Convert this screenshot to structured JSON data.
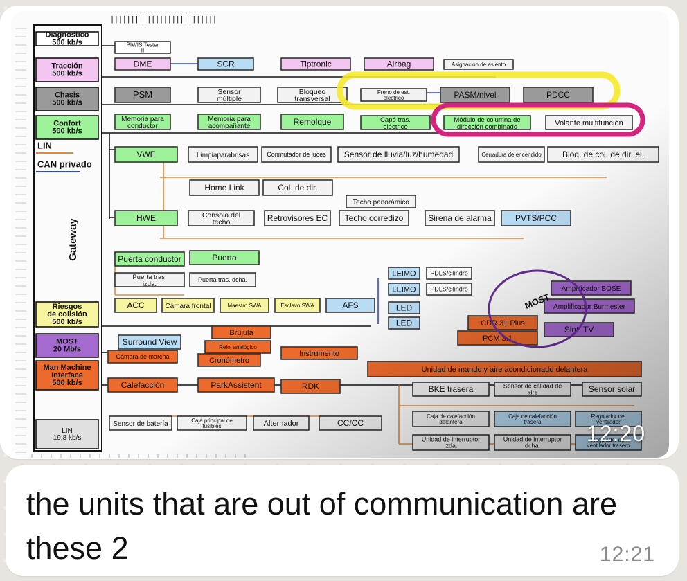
{
  "image_message": {
    "time": "12:20",
    "diagram": {
      "top_ruler": "| | | | | | | | | | | | | | | | | | | | | | | | | |",
      "buses": [
        {
          "name": "Diagnóstico",
          "rate": "500 kb/s",
          "color": "#ffffff"
        },
        {
          "name": "Tracción",
          "rate": "500 kb/s",
          "color": "#f2c6f0"
        },
        {
          "name": "Chasis",
          "rate": "500 kb/s",
          "color": "#9a9a9a"
        },
        {
          "name": "Confort",
          "rate": "500 kb/s",
          "color": "#9df29a"
        },
        {
          "name": "Riesgos de colisión",
          "rate": "500 kb/s",
          "color": "#f7f5a0"
        },
        {
          "name": "MOST",
          "rate": "20 Mb/s",
          "color": "#a56ad0"
        },
        {
          "name": "Man Machine Interface",
          "rate": "500 kb/s",
          "color": "#ec6a2c"
        },
        {
          "name": "LIN",
          "rate": "19,8 kb/s",
          "color": "#e0e0e0"
        }
      ],
      "legend": {
        "lin": "LIN",
        "can": "CAN privado",
        "lin_color": "#e08a3c",
        "can_color": "#2a4ad0"
      },
      "gateway": "Gateway",
      "most_label": "MOST",
      "units": [
        {
          "t": "PIWIS Tester II"
        },
        {
          "t": "DME"
        },
        {
          "t": "SCR"
        },
        {
          "t": "Tiptronic"
        },
        {
          "t": "Airbag"
        },
        {
          "t": "Asignación de asiento"
        },
        {
          "t": "PSM"
        },
        {
          "t": "Sensor múltiple"
        },
        {
          "t": "Bloqueo transversal"
        },
        {
          "t": "Freno de est. eléctrico"
        },
        {
          "t": "PASM/nivel"
        },
        {
          "t": "PDCC"
        },
        {
          "t": "Memoria para conductor"
        },
        {
          "t": "Memoria para acompañante"
        },
        {
          "t": "Remolque"
        },
        {
          "t": "Capó tras. eléctrico"
        },
        {
          "t": "Módulo de columna de dirección combinado"
        },
        {
          "t": "Volante multifunción"
        },
        {
          "t": "VWE"
        },
        {
          "t": "Limpiaparabrisas"
        },
        {
          "t": "Conmutador de luces"
        },
        {
          "t": "Sensor de lluvia/luz/humedad"
        },
        {
          "t": "Cerradura de encendido"
        },
        {
          "t": "Bloq. de col. de dir. el."
        },
        {
          "t": "Home Link"
        },
        {
          "t": "Col. de dir."
        },
        {
          "t": "Techo panorámico"
        },
        {
          "t": "HWE"
        },
        {
          "t": "Consola del techo"
        },
        {
          "t": "Retrovisores EC"
        },
        {
          "t": "Techo corredizo"
        },
        {
          "t": "Sirena de alarma"
        },
        {
          "t": "PVTS/PCC"
        },
        {
          "t": "Puerta conductor"
        },
        {
          "t": "Puerta"
        },
        {
          "t": "Puerta tras. izda."
        },
        {
          "t": "Puerta tras. dcha."
        },
        {
          "t": "ACC"
        },
        {
          "t": "Cámara frontal"
        },
        {
          "t": "Maestro SWA"
        },
        {
          "t": "Esclavo SWA"
        },
        {
          "t": "AFS"
        },
        {
          "t": "LEIMO"
        },
        {
          "t": "LEIMO"
        },
        {
          "t": "PDLS/cilindro"
        },
        {
          "t": "PDLS/cilindro"
        },
        {
          "t": "LED"
        },
        {
          "t": "LED"
        },
        {
          "t": "Amplificador BOSE"
        },
        {
          "t": "Amplificador Burmester"
        },
        {
          "t": "CDR 31 Plus"
        },
        {
          "t": "PCM 3.1"
        },
        {
          "t": "Sint. TV"
        },
        {
          "t": "Surround View"
        },
        {
          "t": "Cámara de marcha"
        },
        {
          "t": "Brújula"
        },
        {
          "t": "Reloj analógico"
        },
        {
          "t": "Cronómetro"
        },
        {
          "t": "Instrumento"
        },
        {
          "t": "Calefacción"
        },
        {
          "t": "ParkAssistent"
        },
        {
          "t": "RDK"
        },
        {
          "t": "Unidad de mando y aire acondicionado delantera"
        },
        {
          "t": "BKE trasera"
        },
        {
          "t": "Sensor de calidad de aire"
        },
        {
          "t": "Sensor solar"
        },
        {
          "t": "Caja de calefacción delantera"
        },
        {
          "t": "Caja de calefacción trasera"
        },
        {
          "t": "Regulador del ventilador"
        },
        {
          "t": "Unidad de interruptor izda."
        },
        {
          "t": "Unidad de interruptor dcha."
        },
        {
          "t": "Regulador del ventilador trasero"
        },
        {
          "t": "Sensor de batería"
        },
        {
          "t": "Caja principal de fusibles"
        },
        {
          "t": "Alternador"
        },
        {
          "t": "CC/CC"
        }
      ]
    }
  },
  "text_message": {
    "text": "the units that are out of communication are these 2",
    "time": "12:21"
  }
}
